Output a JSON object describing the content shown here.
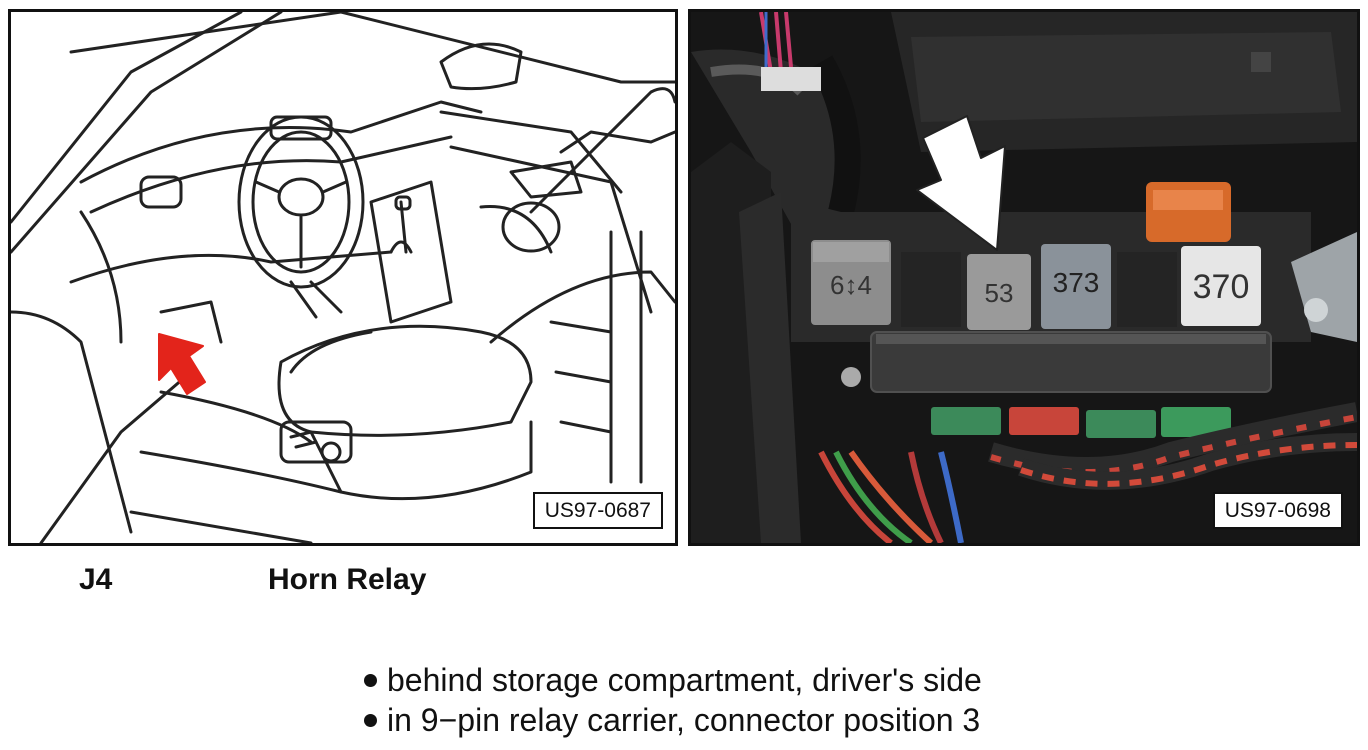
{
  "figures": {
    "left": {
      "label": "US97-0687",
      "icon": "red-location-arrow"
    },
    "right": {
      "label": "US97-0698",
      "icon": "white-location-arrow",
      "relays": [
        {
          "label": "6↕4"
        },
        {
          "label": "53"
        },
        {
          "label": "373"
        },
        {
          "label": "370"
        }
      ]
    }
  },
  "component": {
    "code": "J4",
    "name": "Horn Relay"
  },
  "location_notes": [
    "behind storage compartment, driver's side",
    "in 9−pin relay carrier, connector position 3"
  ],
  "colors": {
    "pointer_red": "#e3241b",
    "pointer_white": "#ffffff"
  }
}
